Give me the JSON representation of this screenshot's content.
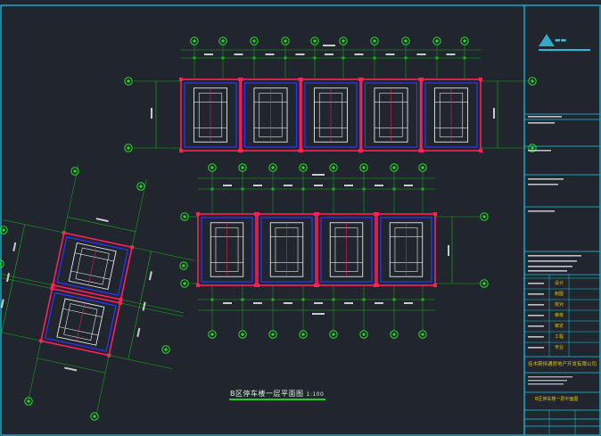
{
  "plan": {
    "title": "B区停车楼一层平面图",
    "scale": "1:100"
  },
  "title_block": {
    "company": "佳木斯恒通房地产开发有限公司",
    "drawing_name": "B区停车楼一层平面图",
    "roles": [
      "设计",
      "制图",
      "校对",
      "审核",
      "审定",
      "工程",
      "专业"
    ]
  },
  "colors": {
    "background": "#21262e",
    "frame": "#19c6e6",
    "axis_bubble": "#22e422",
    "dimension": "#19b019",
    "slab_red": "#ff1f5a",
    "wall_blue": "#2f34ff",
    "vehicle": "#e8e8e8"
  }
}
